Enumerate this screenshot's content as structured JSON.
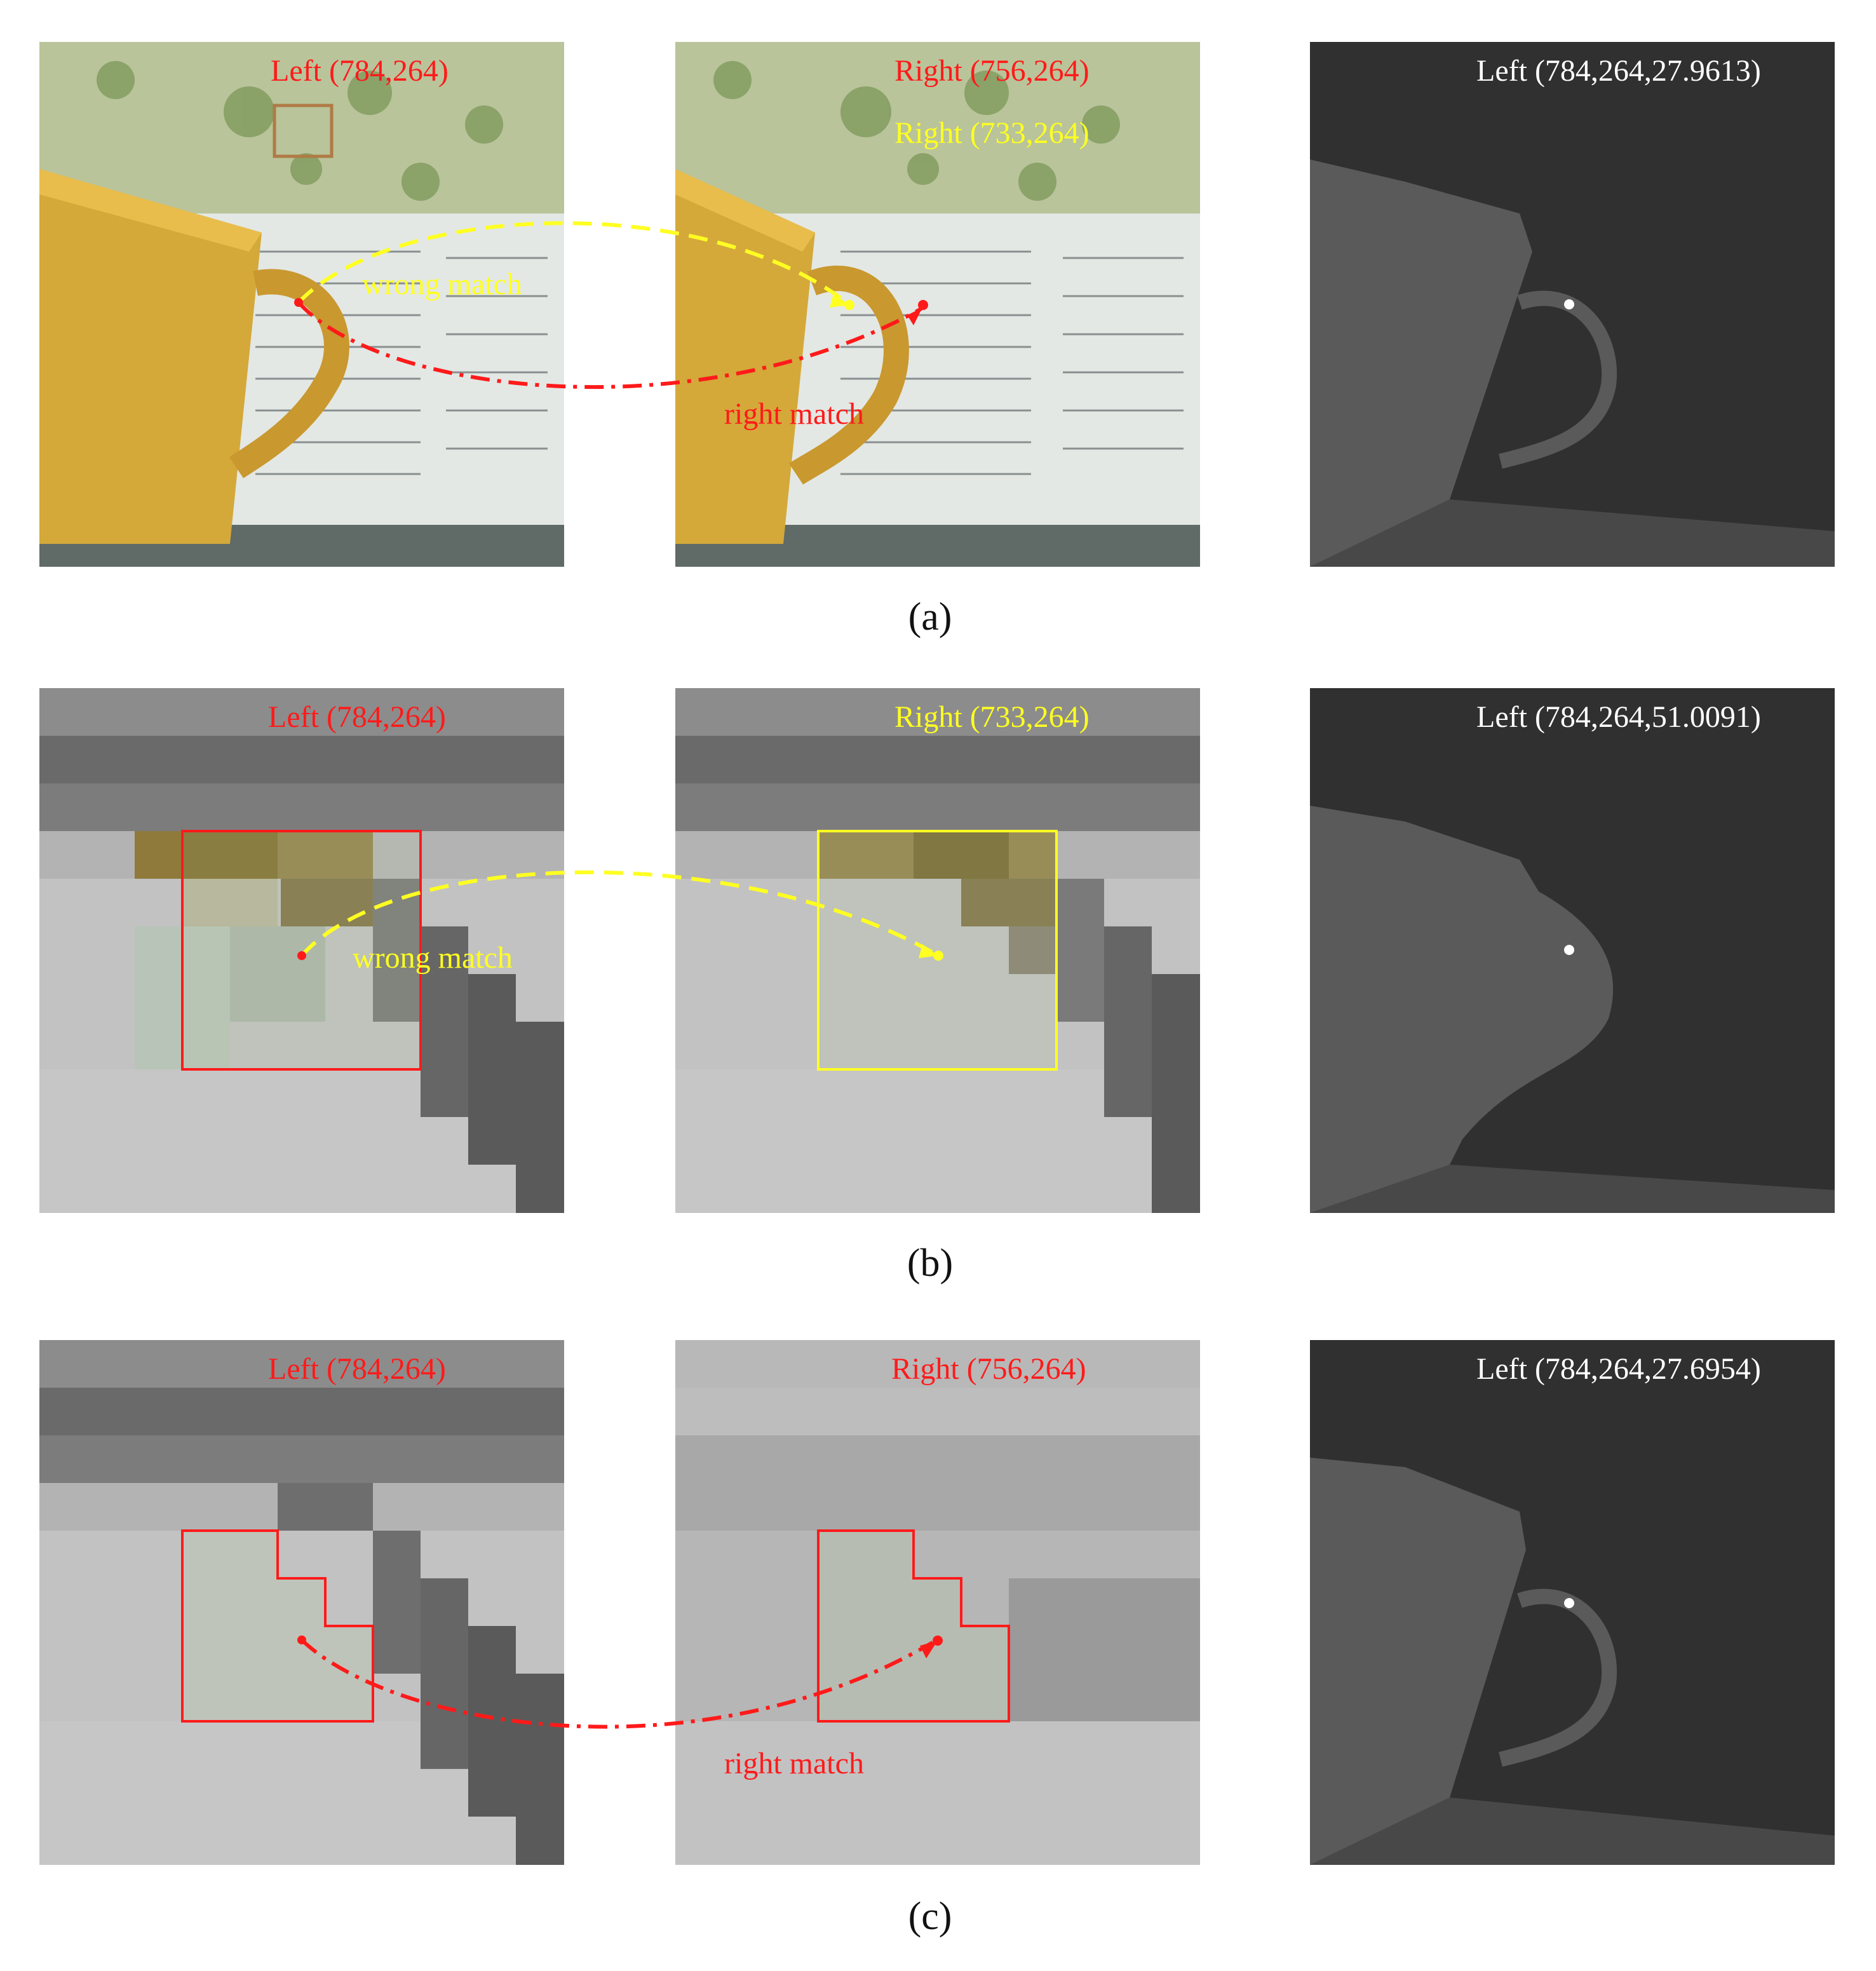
{
  "colors": {
    "red": "#ff1a1a",
    "yellow": "#ffff22",
    "white": "#ffffff",
    "disparity_bg": "#303030",
    "disparity_fg": "#5a5a5a"
  },
  "row_a": {
    "left_label": "Left (784,264)",
    "right_label_red": "Right (756,264)",
    "right_label_yellow": "Right (733,264)",
    "disparity_label": "Left (784,264,27.9613)",
    "wrong_match": "wrong match",
    "right_match": "right match",
    "caption": "(a)"
  },
  "row_b": {
    "left_label": "Left (784,264)",
    "right_label": "Right (733,264)",
    "disparity_label": "Left (784,264,51.0091)",
    "wrong_match": "wrong match",
    "caption": "(b)"
  },
  "row_c": {
    "left_label": "Left (784,264)",
    "right_label": "Right (756,264)",
    "disparity_label": "Left (784,264,27.6954)",
    "right_match": "right match",
    "caption": "(c)"
  }
}
